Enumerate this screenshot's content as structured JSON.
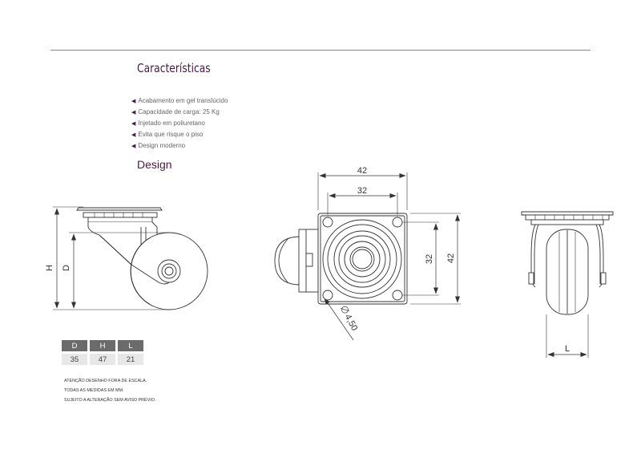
{
  "header": {
    "title": "Características"
  },
  "features": {
    "items": [
      "Acabamento em gel translúcido",
      "Capacidade de carga: 25 Kg",
      "Injetado em poliuretano",
      "Evita que risque o piso",
      "Design moderno"
    ]
  },
  "design": {
    "title": "Design"
  },
  "dimensions": {
    "headers": [
      "D",
      "H",
      "L"
    ],
    "values": [
      "35",
      "47",
      "21"
    ]
  },
  "drawing": {
    "side_view": {
      "h_label": "H",
      "d_label": "D"
    },
    "top_view": {
      "outer_width": "42",
      "hole_spacing_x": "32",
      "hole_spacing_y": "32",
      "outer_height": "42",
      "hole_diameter": "4,50"
    },
    "front_view": {
      "l_label": "L"
    }
  },
  "notes": {
    "lines": [
      "ATENÇÃO DESENHO FORA DE ESCALA.",
      "TODAS AS MEDIDAS EM MM.",
      "SUJEITO A ALTERAÇÃO SEM AVISO PRÉVIO."
    ]
  },
  "colors": {
    "accent": "#4a1a45",
    "line": "#333333"
  }
}
